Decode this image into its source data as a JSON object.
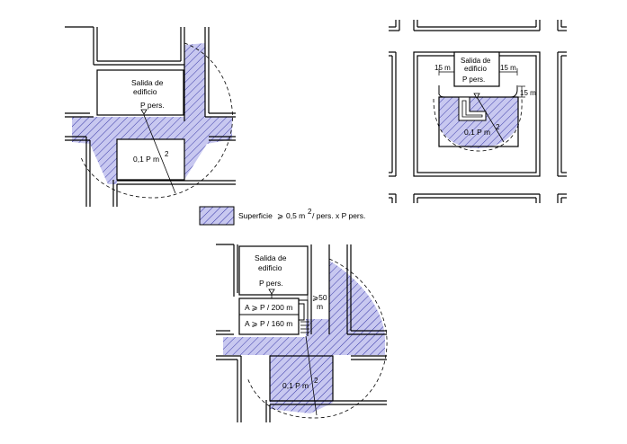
{
  "colors": {
    "hatch_fill": "#c8c8f0",
    "hatch_line": "#3a3aa8",
    "wall": "#000000"
  },
  "top_left": {
    "exit_label_1": "Salida de",
    "exit_label_2": "edificio",
    "people_label": "P pers.",
    "area_label": "0,1 P m"
  },
  "top_right": {
    "exit_label_1": "Salida de",
    "exit_label_2": "edificio",
    "people_label": "P pers.",
    "area_label": "0,1 P m",
    "dim_left": "15 m",
    "dim_right": "15 m",
    "dim_side": "15 m"
  },
  "legend": {
    "text_1": "Superficie",
    "symbol_1": "⩾",
    "text_2": "0,5 m",
    "text_3": "/ pers. x P pers."
  },
  "bottom": {
    "exit_label_1": "Salida de",
    "exit_label_2": "edificio",
    "people_label": "P pers.",
    "corridor_label_1": "A ⩾ P / 200 m",
    "corridor_label_2": "A ⩾ P / 160 m",
    "dim_value": "⩾50",
    "dim_unit": "m",
    "area_label": "0,1 P m"
  }
}
